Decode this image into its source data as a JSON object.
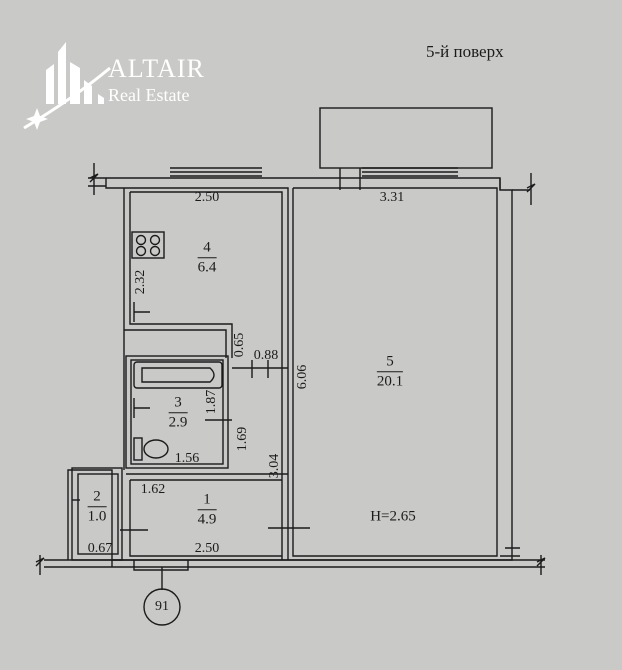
{
  "floor_label": "5-й поверх",
  "brand": {
    "name": "ALTAIR",
    "tagline": "Real Estate"
  },
  "rooms": [
    {
      "number": "4",
      "area": "6.4"
    },
    {
      "number": "5",
      "area": "20.1"
    },
    {
      "number": "3",
      "area": "2.9"
    },
    {
      "number": "1",
      "area": "4.9"
    },
    {
      "number": "2",
      "area": "1.0"
    }
  ],
  "dimensions": {
    "kitchen_width": "2.50",
    "room_width": "3.31",
    "kitchen_depth": "2.32",
    "partition_a": "0.65",
    "partition_b": "0.88",
    "room_depth": "6.06",
    "bath_height": "1.87",
    "bath_height_b": "1.69",
    "bath_width": "1.56",
    "hall_height": "3.04",
    "hall_inner_width": "1.62",
    "hall_width": "2.50",
    "closet_width": "0.67"
  },
  "ceiling_height": "H=2.65",
  "axis_marker": "91",
  "colors": {
    "background": "#c9c9c7",
    "wall": "#ffffff",
    "line": "#1b1b1b"
  }
}
